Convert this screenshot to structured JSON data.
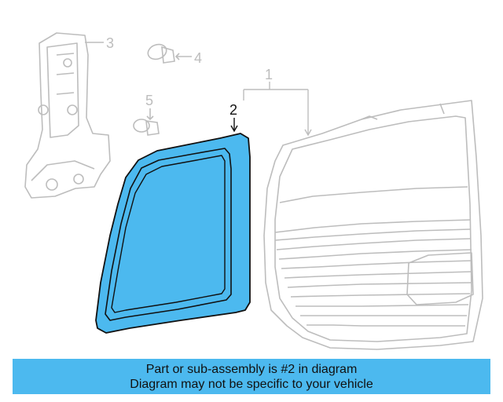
{
  "colors": {
    "highlight": "#4cb9ef",
    "ghost_line": "#bdbdbd",
    "ink": "#111111"
  },
  "callouts": {
    "part_1": "1",
    "part_2": "2",
    "part_3": "3",
    "part_4": "4",
    "part_5": "5"
  },
  "caption": {
    "line1": "Part or sub-assembly is #2 in diagram",
    "line2": "Diagram may not be specific to your vehicle"
  }
}
